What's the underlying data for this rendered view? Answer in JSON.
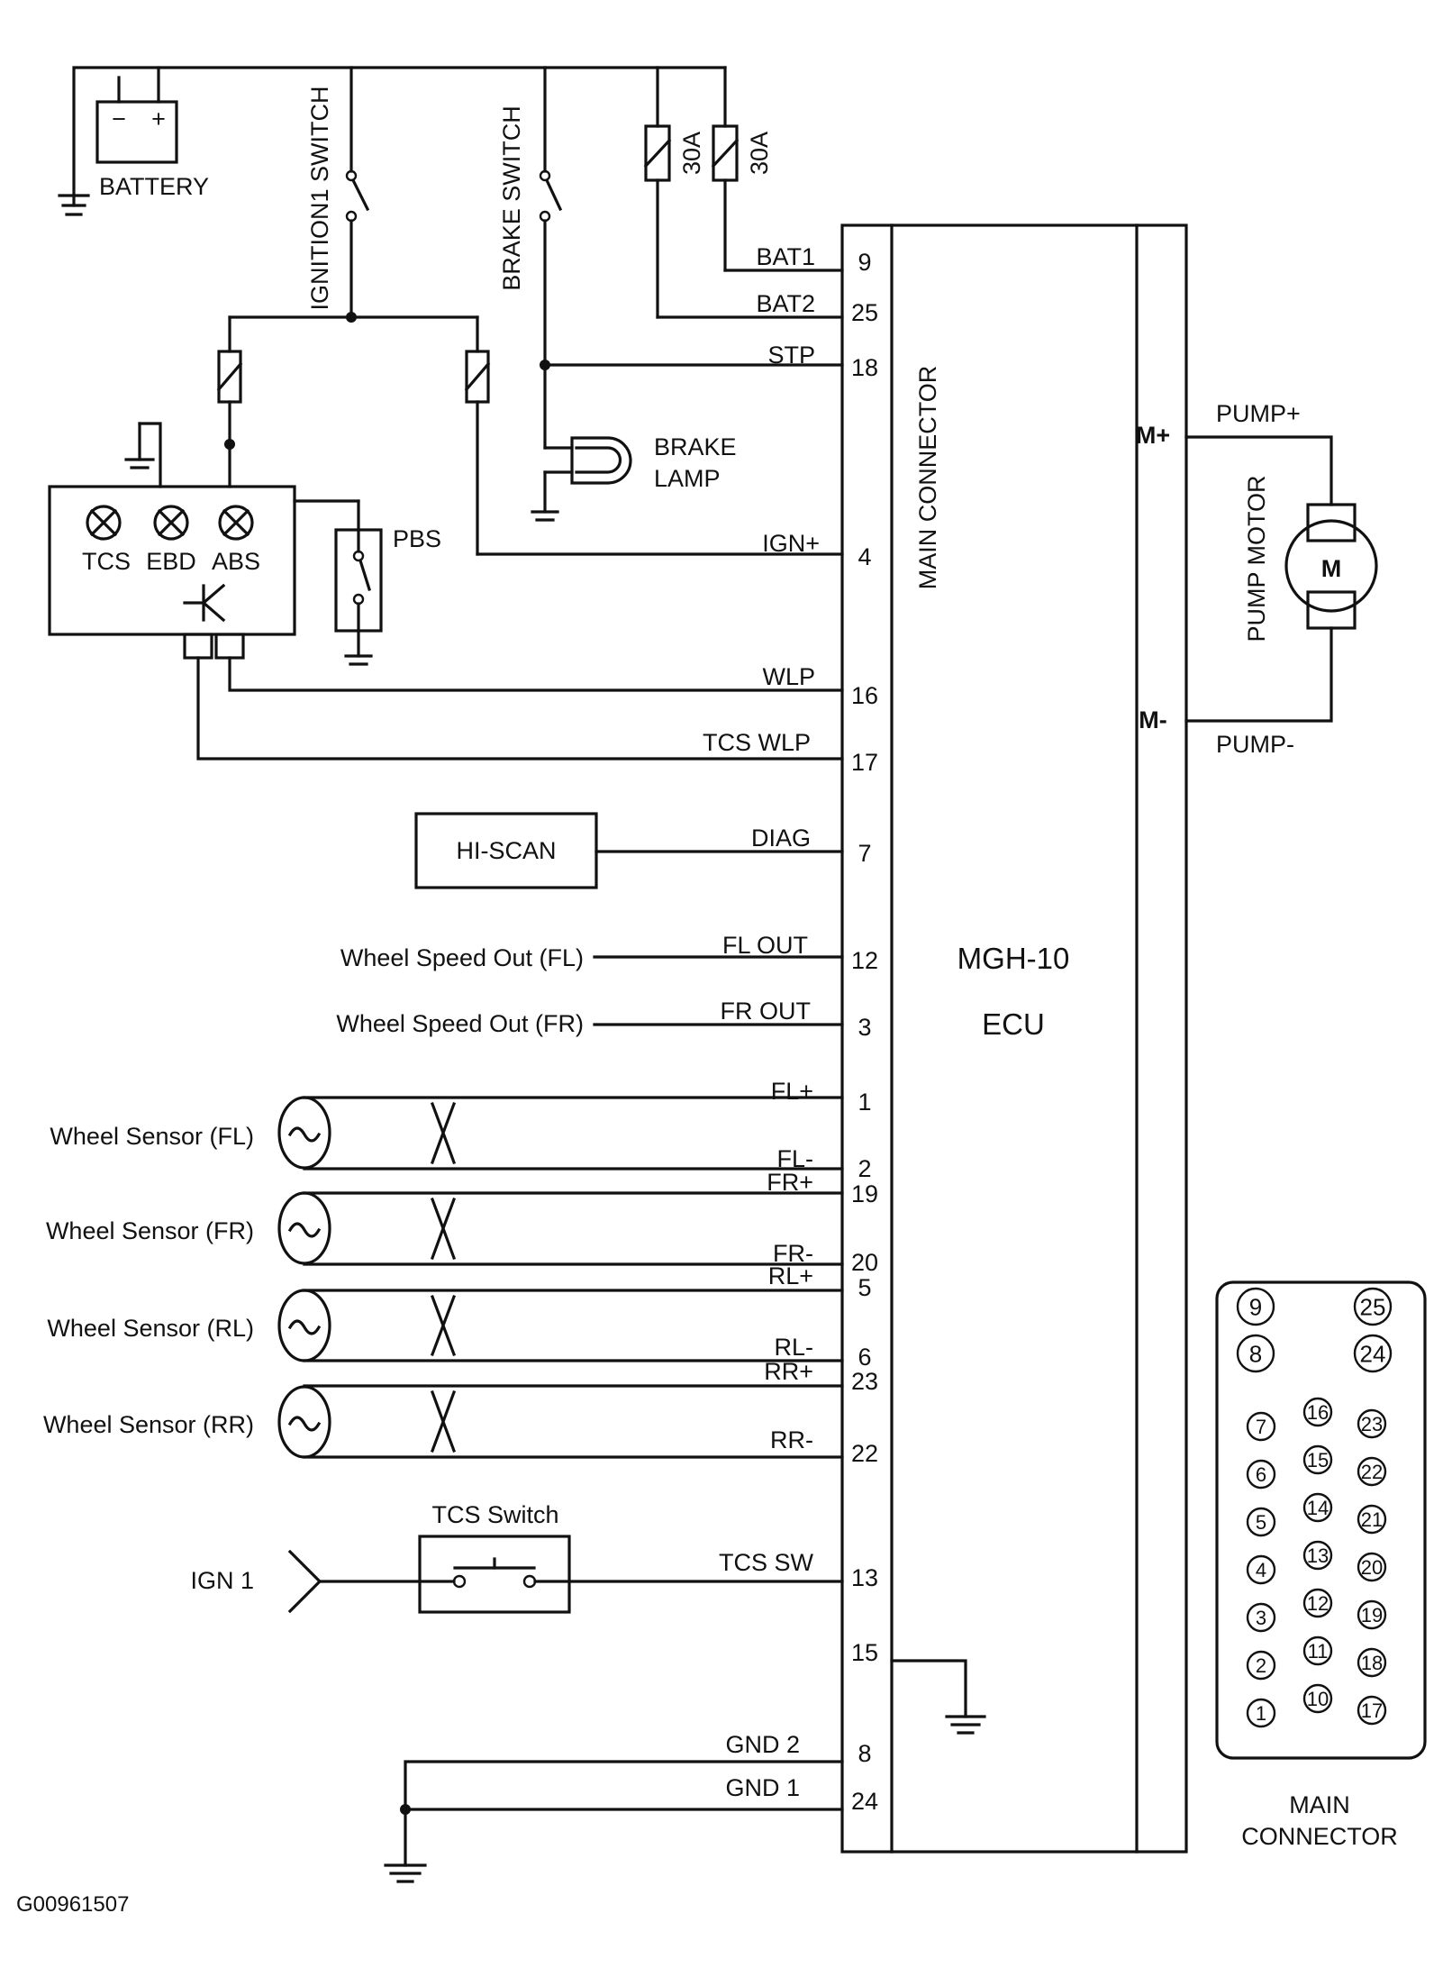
{
  "ecu": {
    "model": "MGH-10",
    "name": "ECU",
    "connector_label": "MAIN CONNECTOR",
    "pins": [
      {
        "pin": "9",
        "signal": "BAT1"
      },
      {
        "pin": "25",
        "signal": "BAT2"
      },
      {
        "pin": "18",
        "signal": "STP"
      },
      {
        "pin": "4",
        "signal": "IGN+"
      },
      {
        "pin": "16",
        "signal": "WLP"
      },
      {
        "pin": "17",
        "signal": "TCS WLP"
      },
      {
        "pin": "7",
        "signal": "DIAG"
      },
      {
        "pin": "12",
        "signal": "FL OUT"
      },
      {
        "pin": "3",
        "signal": "FR OUT"
      },
      {
        "pin": "1",
        "signal": "FL+"
      },
      {
        "pin": "2",
        "signal": "FL-"
      },
      {
        "pin": "19",
        "signal": "FR+"
      },
      {
        "pin": "20",
        "signal": "FR-"
      },
      {
        "pin": "5",
        "signal": "RL+"
      },
      {
        "pin": "6",
        "signal": "RL-"
      },
      {
        "pin": "23",
        "signal": "RR+"
      },
      {
        "pin": "22",
        "signal": "RR-"
      },
      {
        "pin": "13",
        "signal": "TCS SW"
      },
      {
        "pin": "15",
        "signal": ""
      },
      {
        "pin": "8",
        "signal": "GND 2"
      },
      {
        "pin": "24",
        "signal": "GND 1"
      }
    ],
    "motor_pins": {
      "plus": "M+",
      "minus": "M-"
    }
  },
  "components": {
    "battery": {
      "label": "BATTERY",
      "minus": "−",
      "plus": "+"
    },
    "ignition_switch": "IGNITION1 SWITCH",
    "brake_switch": "BRAKE SWITCH",
    "fuses": [
      "30A",
      "30A"
    ],
    "brake_lamp": [
      "BRAKE",
      "LAMP"
    ],
    "warning_lamps": [
      "TCS",
      "EBD",
      "ABS"
    ],
    "pbs": "PBS",
    "hi_scan": "HI-SCAN",
    "wheel_speed_out": [
      "Wheel Speed Out (FL)",
      "Wheel Speed Out (FR)"
    ],
    "wheel_sensors": [
      "Wheel Sensor (FL)",
      "Wheel Sensor (FR)",
      "Wheel Sensor (RL)",
      "Wheel Sensor (RR)"
    ],
    "tcs_switch": "TCS Switch",
    "ign1": "IGN 1",
    "pump_motor": {
      "label": "PUMP MOTOR",
      "symbol": "M",
      "plus": "PUMP+",
      "minus": "PUMP-"
    }
  },
  "connector_face": {
    "title": [
      "MAIN",
      "CONNECTOR"
    ],
    "left": [
      "9",
      "8",
      "7",
      "6",
      "5",
      "4",
      "3",
      "2",
      "1"
    ],
    "middle": [
      "16",
      "15",
      "14",
      "13",
      "12",
      "11",
      "10"
    ],
    "right": [
      "25",
      "24",
      "23",
      "22",
      "21",
      "20",
      "19",
      "18",
      "17"
    ]
  },
  "figure_id": "G00961507"
}
